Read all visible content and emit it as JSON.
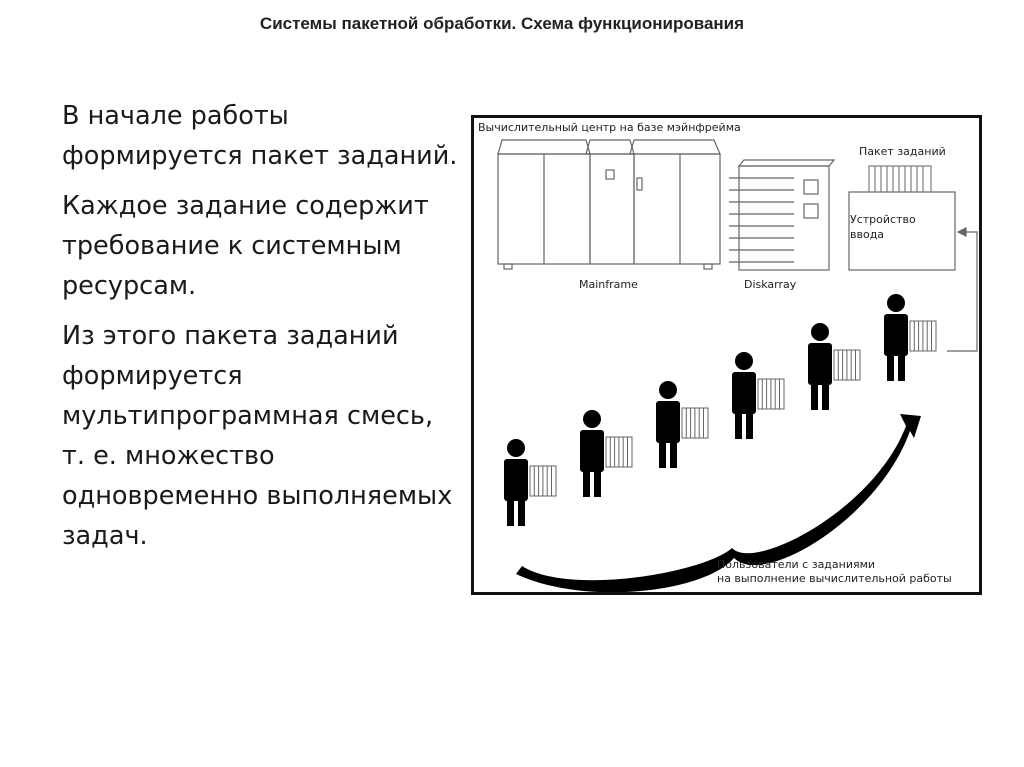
{
  "slide": {
    "title": "Системы пакетной обработки. Схема функционирования"
  },
  "body": {
    "paragraphs": [
      "В начале работы формируется пакет заданий.",
      "Каждое задание содержит требование к системным ресурсам.",
      "Из этого пакета заданий формируется мультипрограммная смесь, т. е. множество одновременно выполняемых задач."
    ]
  },
  "diagram": {
    "center_label": "Вычислительный центр на базе мэйнфрейма",
    "mainframe_label": "Mainframe",
    "diskarray_label": "Diskarray",
    "batch_label": "Пакет заданий",
    "input_device_line1": "Устройство",
    "input_device_line2": "ввода",
    "users_line1": "Пользователи с заданиями",
    "users_line2": "на выполнение вычислительной работы",
    "user_count": 6
  }
}
